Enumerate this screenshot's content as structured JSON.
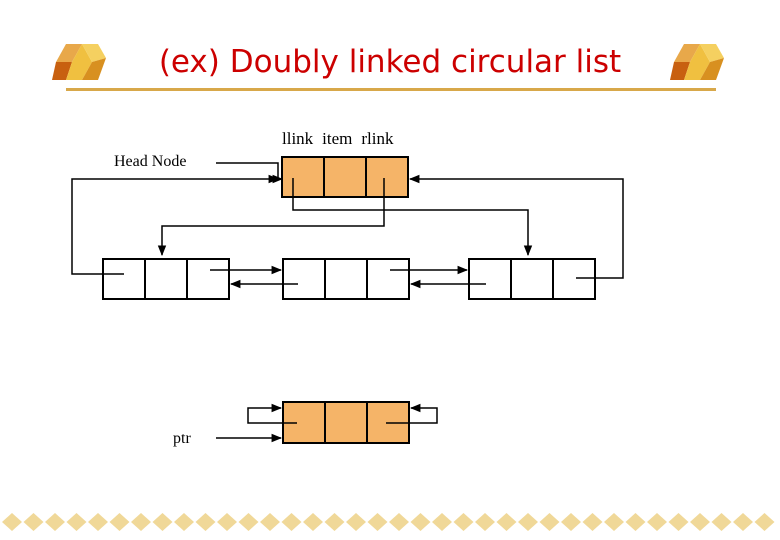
{
  "slide": {
    "title": "(ex) Doubly linked circular list"
  },
  "labels": {
    "head_node": "Head Node",
    "ptr": "ptr",
    "field_llink": "llink",
    "field_item": "item",
    "field_rlink": "rlink"
  },
  "colors": {
    "title": "#cc0000",
    "node_highlight": "#f5b468",
    "node_plain": "#ffffff",
    "rule": "#d8a84a",
    "diamond": "#f0d898"
  },
  "icons": {
    "logo": "cube-logo-icon",
    "footer_pattern": "diamond-pattern-icon"
  }
}
